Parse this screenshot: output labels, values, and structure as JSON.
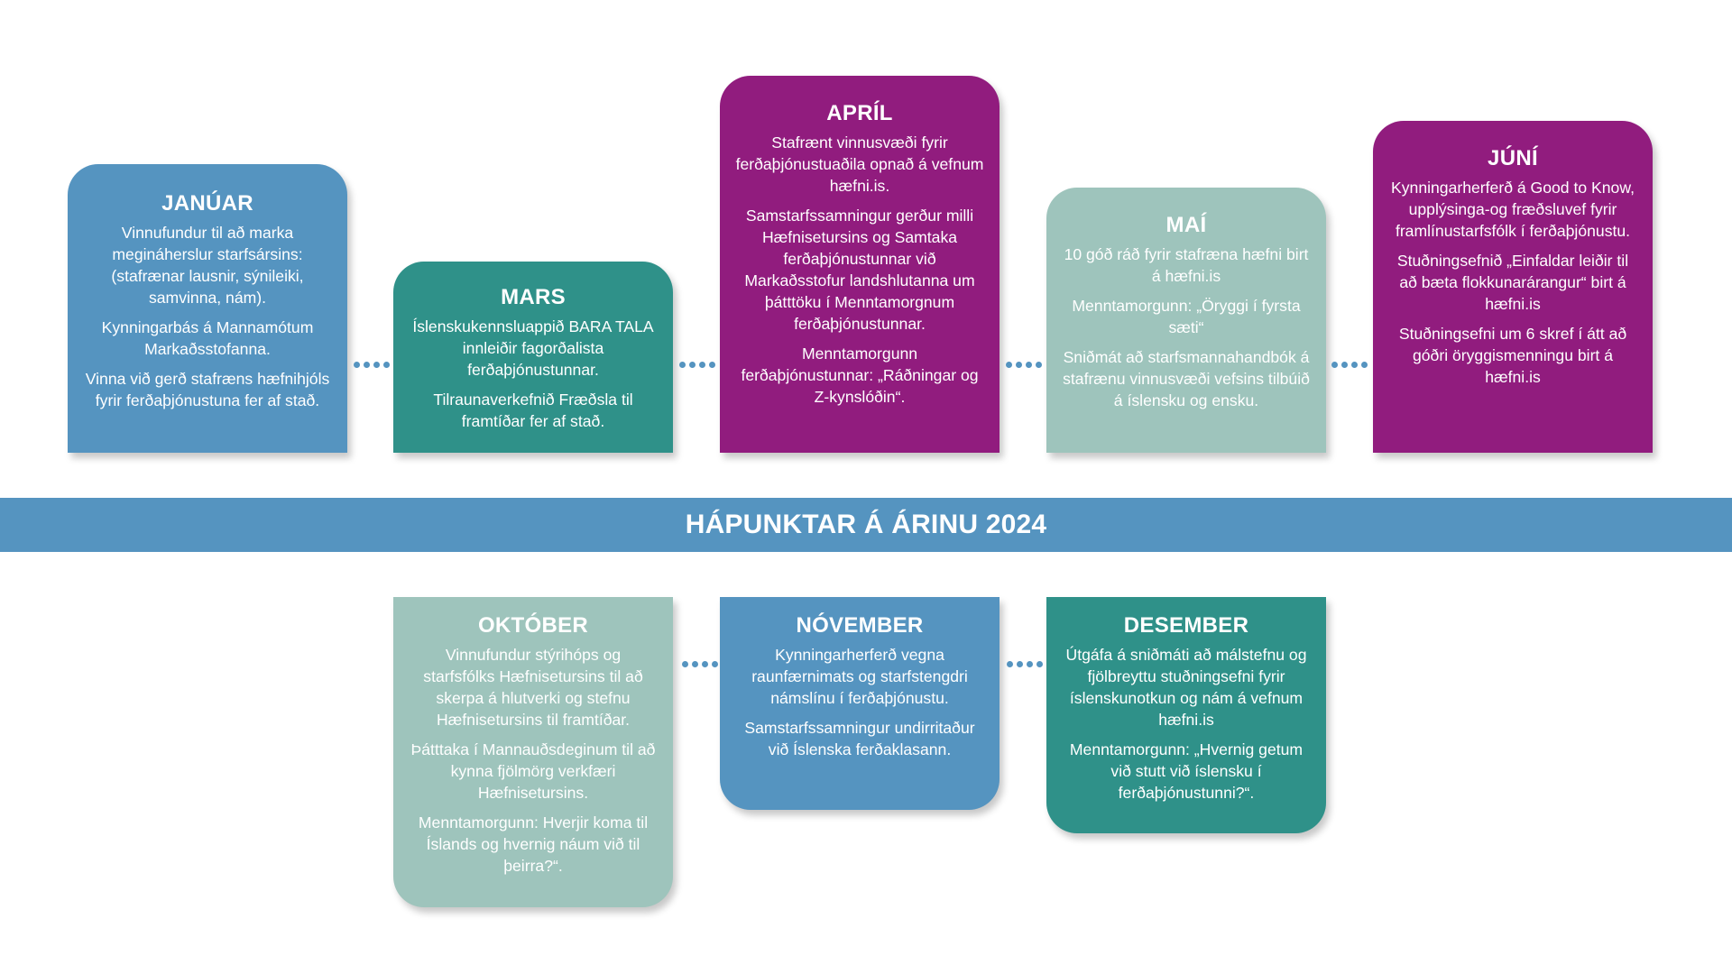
{
  "title": "HÁPUNKTAR Á ÁRINU 2024",
  "colors": {
    "blue": "#5594c0",
    "teal": "#2f9189",
    "purple": "#911c7e",
    "mint": "#9ec4bc"
  },
  "months": {
    "jan": {
      "name": "JANÚAR",
      "items": [
        "Vinnufundur til að marka megináherslur starfsársins: (stafrænar lausnir, sýnileiki, samvinna, nám).",
        "Kynningarbás á Mannamótum Markaðsstofanna.",
        "Vinna við gerð stafræns hæfnihjóls fyrir ferðaþjónustuna fer af stað."
      ]
    },
    "mar": {
      "name": "MARS",
      "items": [
        "Íslenskukennsluappið BARA TALA innleiðir fagorðalista ferðaþjónustunnar.",
        "Tilraunaverkefnið Fræðsla til framtíðar fer af stað."
      ]
    },
    "apr": {
      "name": "APRÍL",
      "items": [
        "Stafrænt vinnusvæði fyrir ferðaþjónustuaðila opnað á vefnum hæfni.is.",
        "Samstarfssamningur gerður milli Hæfnisetursins og Samtaka ferðaþjónustunnar við Markaðsstofur landshlutanna um þátttöku í  Menntamorgnum ferðaþjónustunnar.",
        "Menntamorgunn ferðaþjónustunnar: „Ráðningar og Z-kynslóðin“."
      ]
    },
    "may": {
      "name": "MAÍ",
      "items": [
        "10 góð ráð fyrir stafræna hæfni birt á hæfni.is",
        "Menntamorgunn: „Öryggi í fyrsta sæti“",
        "Sniðmát að starfsmannahandbók á stafrænu vinnusvæði vefsins tilbúið á íslensku og ensku."
      ]
    },
    "jun": {
      "name": "JÚNÍ",
      "items": [
        "Kynningarherferð á Good to Know, upplýsinga-og fræðsluvef fyrir framlínustarfsfólk í ferðaþjónustu.",
        "Stuðningsefnið „Einfaldar leiðir til að bæta flokkunarárangur“ birt á hæfni.is",
        "Stuðningsefni um 6 skref í átt að góðri öryggismenningu birt á hæfni.is"
      ]
    },
    "oct": {
      "name": "OKTÓBER",
      "items": [
        "Vinnufundur stýrihóps og starfsfólks Hæfnisetursins til að skerpa á hlutverki og stefnu Hæfnisetursins til framtíðar.",
        "Þátttaka í Mannauðsdeginum til að kynna fjölmörg verkfæri Hæfnisetursins.",
        "Menntamorgunn: Hverjir koma til Íslands og hvernig náum við til þeirra?“."
      ]
    },
    "nov": {
      "name": "NÓVEMBER",
      "items": [
        "Kynningarherferð vegna raunfærnimats og starfstengdri námslínu í ferðaþjónustu.",
        "Samstarfssamningur undirritaður við Íslenska ferðaklasann."
      ]
    },
    "dec": {
      "name": "DESEMBER",
      "items": [
        "Útgáfa á sniðmáti að málstefnu og fjölbreyttu stuðningsefni fyrir íslenskunotkun og nám á vefnum hæfni.is",
        "Menntamorgunn: „Hvernig getum við stutt við íslensku í ferðaþjónustunni?“."
      ]
    }
  }
}
